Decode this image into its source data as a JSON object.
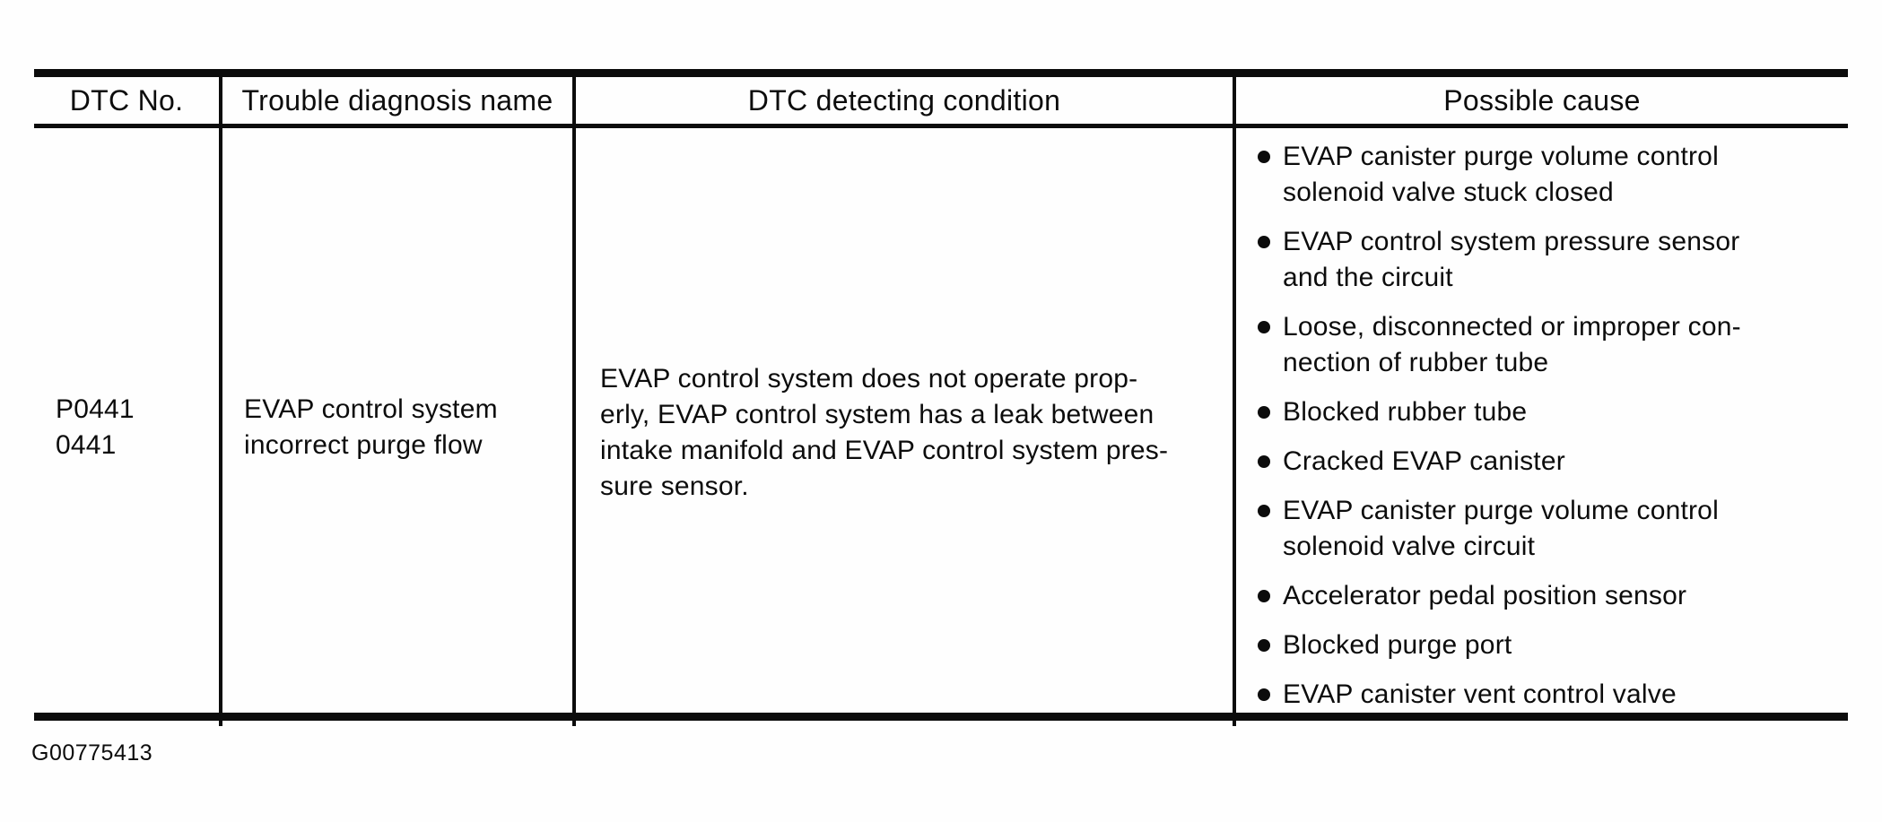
{
  "colors": {
    "ink": "#0c0c0c",
    "paper": "#fefefe"
  },
  "table": {
    "headers": {
      "dtc_no": "DTC No.",
      "diagnosis": "Trouble diagnosis name",
      "condition": "DTC detecting condition",
      "cause": "Possible cause"
    },
    "row": {
      "dtc_no_lines": [
        "P0441",
        "0441"
      ],
      "diagnosis_lines": [
        "EVAP control system",
        "incorrect purge flow"
      ],
      "condition_lines": [
        "EVAP control system does not operate prop-",
        "erly, EVAP control system has a leak between",
        "intake manifold and EVAP control system pres-",
        "sure sensor."
      ],
      "causes": [
        {
          "lines": [
            "EVAP canister purge volume control",
            "solenoid valve stuck closed"
          ]
        },
        {
          "lines": [
            "EVAP control system pressure sensor",
            "and the circuit"
          ]
        },
        {
          "lines": [
            "Loose, disconnected or improper con-",
            "nection of rubber tube"
          ]
        },
        {
          "lines": [
            "Blocked rubber tube"
          ]
        },
        {
          "lines": [
            "Cracked EVAP canister"
          ]
        },
        {
          "lines": [
            "EVAP canister purge volume control",
            "solenoid valve circuit"
          ]
        },
        {
          "lines": [
            "Accelerator pedal position sensor"
          ]
        },
        {
          "lines": [
            "Blocked purge port"
          ]
        },
        {
          "lines": [
            "EVAP canister vent control valve"
          ]
        }
      ]
    }
  },
  "footer": {
    "figure_id": "G00775413"
  }
}
